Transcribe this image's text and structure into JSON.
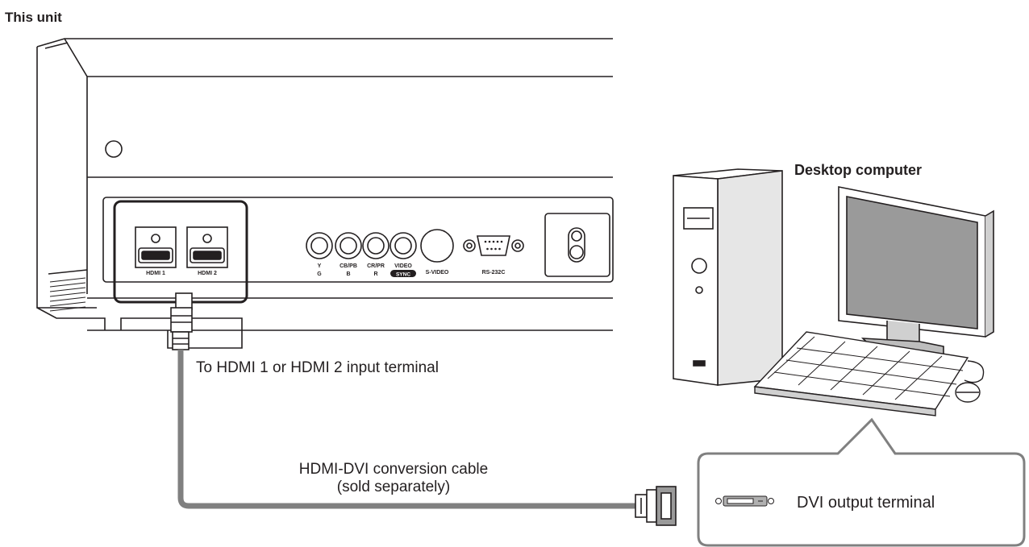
{
  "labels": {
    "this_unit": "This unit",
    "desktop_computer": "Desktop computer",
    "to_hdmi": "To HDMI  1 or HDMI  2 input terminal",
    "cable_line1": "HDMI-DVI conversion cable",
    "cable_line2": "(sold separately)",
    "dvi_output": "DVI output terminal"
  },
  "panel_labels": {
    "hdmi1": "HDMI 1",
    "hdmi2": "HDMI 2",
    "y_top": "Y",
    "y_bottom": "G",
    "cb_top": "CB/PB",
    "cb_bottom": "B",
    "cr_top": "CR/PR",
    "cr_bottom": "R",
    "video_top": "VIDEO",
    "sync": "SYNC",
    "s_video": "S-VIDEO",
    "rs232c": "RS-232C"
  },
  "colors": {
    "line": "#231f20",
    "cable": "#808080",
    "callout_border": "#808080",
    "monitor_screen": "#9a9a9a"
  }
}
